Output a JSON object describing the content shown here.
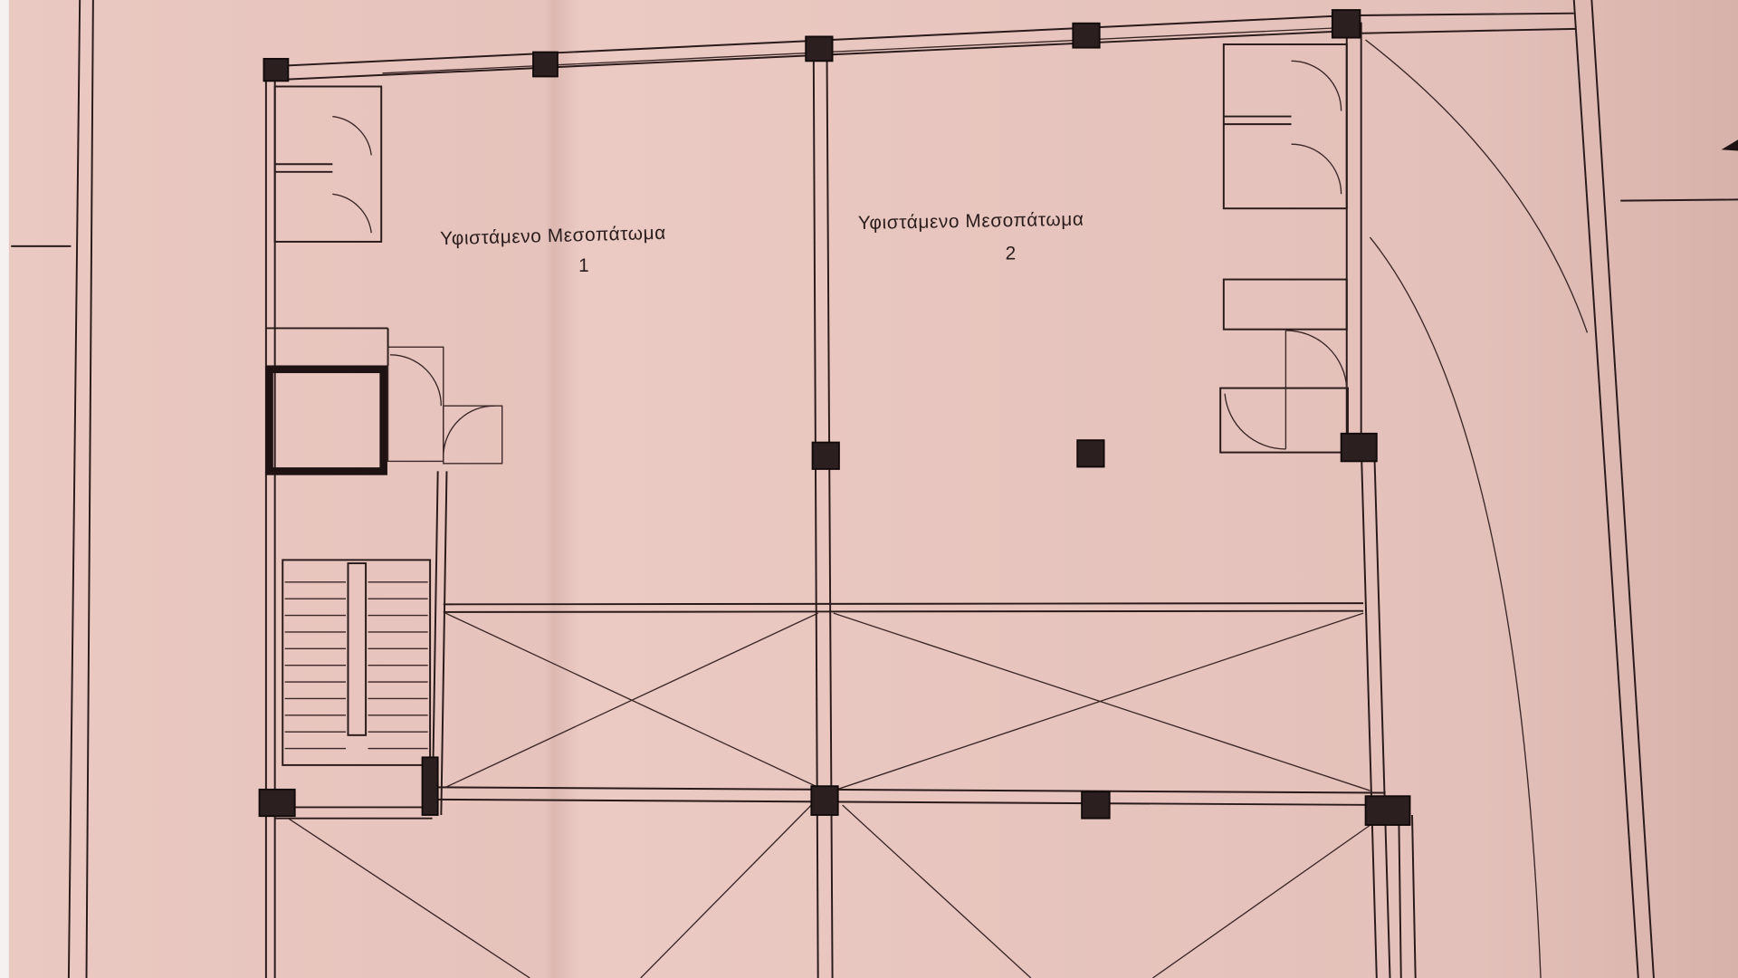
{
  "plan": {
    "room_1": {
      "name": "Υφιστάμενο Μεσοπάτωμα",
      "number": "1"
    },
    "room_2": {
      "name": "Υφιστάμενο Μεσοπάτωμα",
      "number": "2"
    }
  },
  "colors": {
    "paper": "#e9c6c0",
    "ink": "#2a1a1a",
    "margin": "#f4f1f0"
  }
}
